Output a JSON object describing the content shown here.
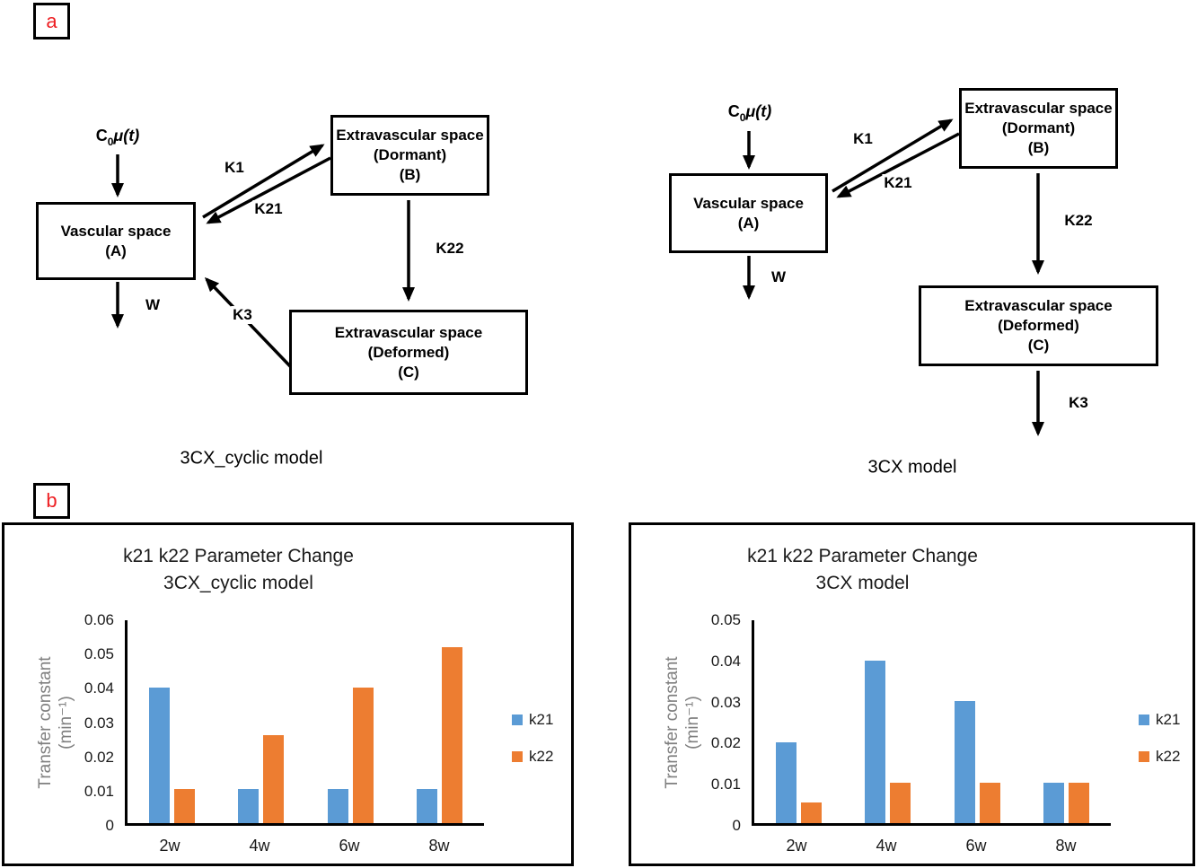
{
  "figure": {
    "background": "#ffffff",
    "panel_label_color": "#ee2024",
    "line_color": "#000000"
  },
  "panel_a": {
    "label": "a",
    "diagrams": [
      {
        "name": "3CX_cyclic",
        "caption": "3CX_cyclic model",
        "input": {
          "c": "C",
          "sub": "0",
          "mu": "μ",
          "t": "(t)"
        },
        "boxes": {
          "vascular": [
            "Vascular space",
            "(A)"
          ],
          "dormant": [
            "Extravascular space",
            "(Dormant)",
            "(B)"
          ],
          "deformed": [
            "Extravascular space",
            "(Deformed)",
            "(C)"
          ]
        },
        "arrows": {
          "k1": "K1",
          "k21": "K21",
          "k22": "K22",
          "k3": "K3",
          "w": "W"
        }
      },
      {
        "name": "3CX",
        "caption": "3CX model",
        "input": {
          "c": "C",
          "sub": "0",
          "mu": "μ",
          "t": "(t)"
        },
        "boxes": {
          "vascular": [
            "Vascular space",
            "(A)"
          ],
          "dormant": [
            "Extravascular space",
            "(Dormant)",
            "(B)"
          ],
          "deformed": [
            "Extravascular space",
            "(Deformed)",
            "(C)"
          ]
        },
        "arrows": {
          "k1": "K1",
          "k21": "K21",
          "k22": "K22",
          "k3": "K3",
          "w": "W"
        }
      }
    ]
  },
  "panel_b": {
    "label": "b"
  },
  "chart_data": [
    {
      "type": "bar",
      "title_line1": "k21 k22 Parameter Change",
      "title_line2": "3CX_cyclic model",
      "ylabel_line1": "Transfer constant",
      "ylabel_line2": "(min⁻¹)",
      "categories": [
        "2w",
        "4w",
        "6w",
        "8w"
      ],
      "series": [
        {
          "name": "k21",
          "color": "#5B9BD5",
          "values": [
            0.04,
            0.01,
            0.01,
            0.01
          ]
        },
        {
          "name": "k22",
          "color": "#ED7D31",
          "values": [
            0.01,
            0.026,
            0.04,
            0.052
          ]
        }
      ],
      "ylim": [
        0,
        0.06
      ],
      "yticks": [
        "0",
        "0.01",
        "0.02",
        "0.03",
        "0.04",
        "0.05",
        "0.06"
      ],
      "grid": false,
      "legend_position": "right"
    },
    {
      "type": "bar",
      "title_line1": "k21 k22 Parameter Change",
      "title_line2": "3CX model",
      "ylabel_line1": "Transfer constant",
      "ylabel_line2": "(min⁻¹)",
      "categories": [
        "2w",
        "4w",
        "6w",
        "8w"
      ],
      "series": [
        {
          "name": "k21",
          "color": "#5B9BD5",
          "values": [
            0.02,
            0.04,
            0.03,
            0.01
          ]
        },
        {
          "name": "k22",
          "color": "#ED7D31",
          "values": [
            0.005,
            0.01,
            0.01,
            0.01
          ]
        }
      ],
      "ylim": [
        0,
        0.05
      ],
      "yticks": [
        "0",
        "0.01",
        "0.02",
        "0.03",
        "0.04",
        "0.05"
      ],
      "grid": false,
      "legend_position": "right"
    }
  ]
}
